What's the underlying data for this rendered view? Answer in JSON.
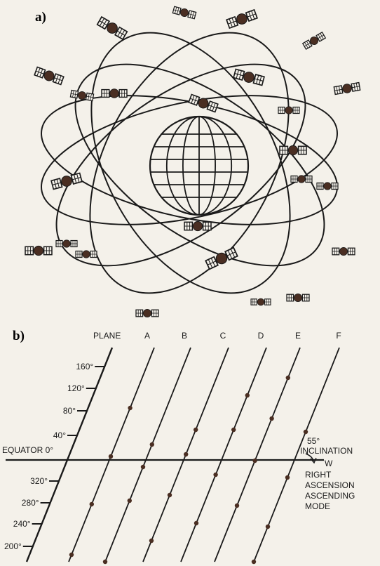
{
  "panel_a": {
    "label": "a)",
    "constellation": {
      "planes": 6,
      "satellites_per_plane": 4,
      "total_satellites": 24
    }
  },
  "panel_b": {
    "label": "b)",
    "plane_heading": "PLANE",
    "planes": [
      "A",
      "B",
      "C",
      "D",
      "E",
      "F"
    ],
    "axis_ticks": [
      "160°",
      "120°",
      "80°",
      "40°",
      "320°",
      "280°",
      "240°",
      "200°"
    ],
    "equator_label": "EQUATOR 0°",
    "inclination_angle": "55°",
    "inclination_label": "INCLINATION",
    "direction_label": "W",
    "ascension_label": [
      "RIGHT",
      "ASCENSION",
      "ASCENDING",
      "MODE"
    ]
  },
  "colors": {
    "ink": "#1a1a1a",
    "satellite_body": "#4a2e22",
    "paper": "#f4f1ea"
  }
}
